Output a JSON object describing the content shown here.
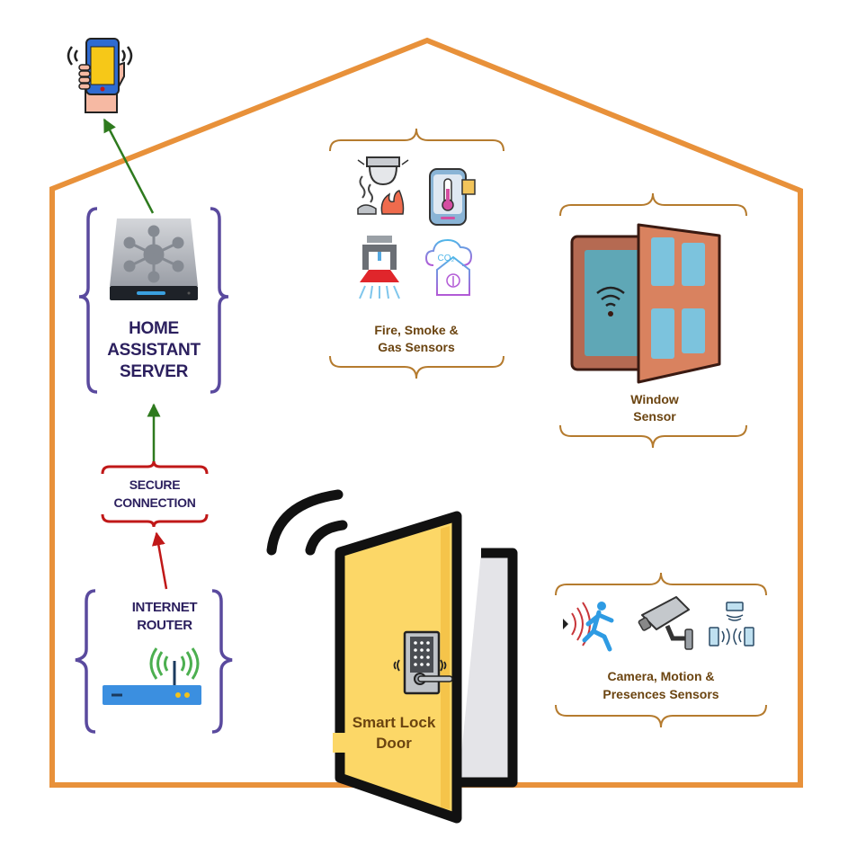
{
  "diagram": {
    "title": "Smart Home Network",
    "colors": {
      "house_outline": "#e8913a",
      "server_bracket": "#5a4a9e",
      "router_bracket": "#5a4a9e",
      "secure_bracket": "#c01818",
      "sensor_bracket": "#b57b2e",
      "arrow_green": "#2e7a1e",
      "arrow_red": "#c01818",
      "label_dark": "#2b1f5e",
      "label_brown": "#6b4410",
      "door_yellow": "#fcd767"
    },
    "nodes": {
      "phone": {
        "label": "",
        "icon": "smartphone-in-hand-icon"
      },
      "server": {
        "label_lines": [
          "HOME",
          "ASSISTANT",
          "SERVER"
        ],
        "icon": "server-drive-icon"
      },
      "secure": {
        "label_lines": [
          "SECURE",
          "CONNECTION"
        ]
      },
      "router": {
        "label_lines": [
          "INTERNET",
          "ROUTER"
        ],
        "icon": "wifi-router-icon"
      },
      "fire": {
        "label_lines": [
          "Fire, Smoke &",
          "Gas Sensors"
        ],
        "icons": [
          "smoke-detector-icon",
          "thermostat-icon",
          "sprinkler-icon",
          "co2-sensor-icon"
        ]
      },
      "window": {
        "label_lines": [
          "Window",
          "Sensor"
        ],
        "icon": "window-wifi-icon"
      },
      "camera": {
        "label_lines": [
          "Camera, Motion &",
          "Presences Sensors"
        ],
        "icons": [
          "motion-sensor-icon",
          "security-camera-icon",
          "presence-sensor-icon"
        ]
      },
      "door": {
        "label_lines": [
          "Smart Lock",
          "Door"
        ],
        "icon": "smart-lock-door-icon"
      }
    },
    "edges": [
      {
        "from": "router",
        "to": "secure",
        "color": "red"
      },
      {
        "from": "secure",
        "to": "server",
        "color": "green"
      },
      {
        "from": "server",
        "to": "phone",
        "color": "green"
      }
    ]
  }
}
